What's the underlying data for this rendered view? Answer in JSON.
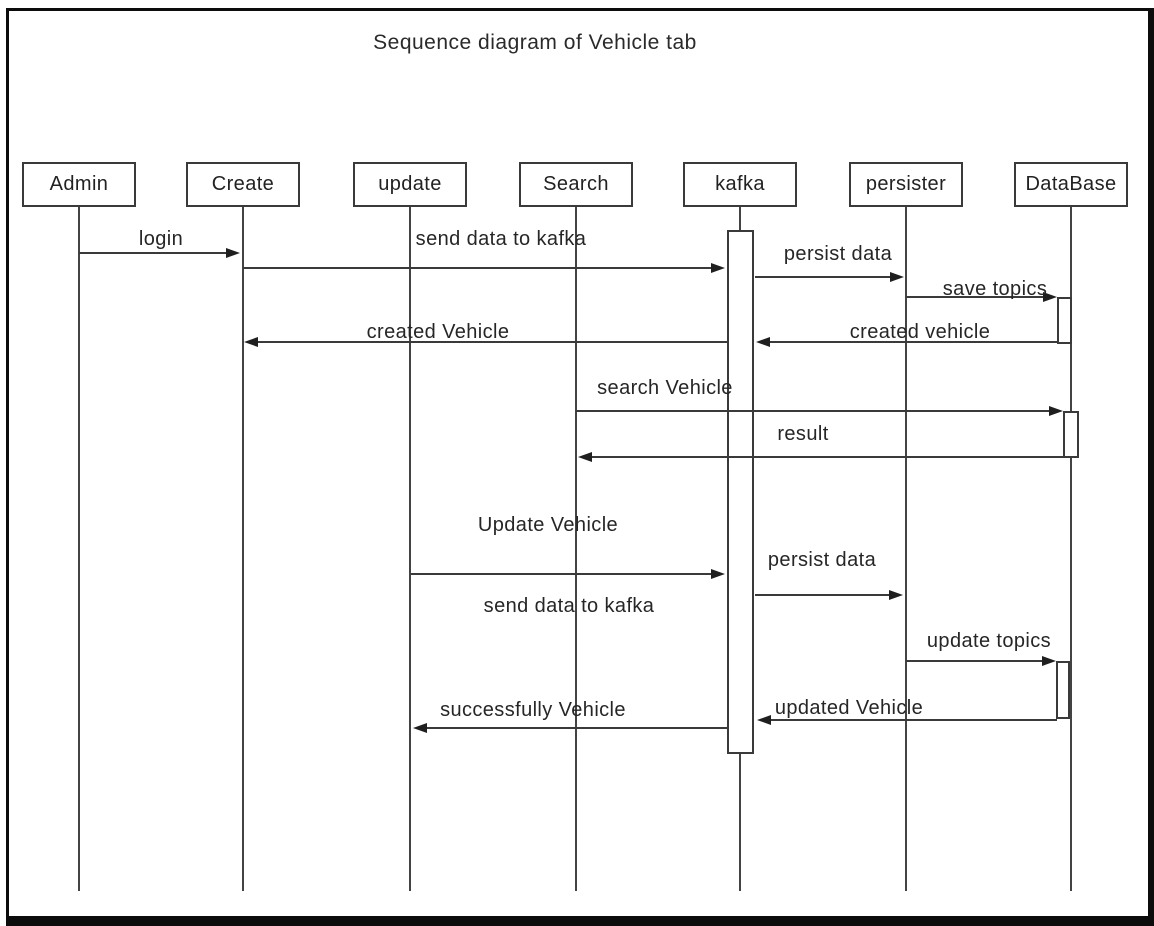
{
  "title": "Sequence diagram of Vehicle tab",
  "actors": [
    {
      "label": "Admin"
    },
    {
      "label": "Create"
    },
    {
      "label": "update"
    },
    {
      "label": "Search"
    },
    {
      "label": "kafka"
    },
    {
      "label": "persister"
    },
    {
      "label": "DataBase"
    }
  ],
  "messages": [
    {
      "label": "login",
      "from": "Admin",
      "to": "Create"
    },
    {
      "label": "send data to kafka",
      "from": "Create",
      "to": "kafka"
    },
    {
      "label": "persist data",
      "from": "kafka",
      "to": "persister"
    },
    {
      "label": "save topics",
      "from": "persister",
      "to": "DataBase"
    },
    {
      "label": "created vehicle",
      "from": "DataBase",
      "to": "kafka"
    },
    {
      "label": "created Vehicle",
      "from": "kafka",
      "to": "Create"
    },
    {
      "label": "search Vehicle",
      "from": "Search",
      "to": "DataBase"
    },
    {
      "label": "result",
      "from": "DataBase",
      "to": "Search"
    },
    {
      "label": "Update Vehicle",
      "from": "update",
      "to": "kafka"
    },
    {
      "label": "send data to kafka",
      "from": "update",
      "to": "kafka"
    },
    {
      "label": "persist data",
      "from": "kafka",
      "to": "persister"
    },
    {
      "label": "update topics",
      "from": "persister",
      "to": "DataBase"
    },
    {
      "label": "updated Vehicle",
      "from": "DataBase",
      "to": "kafka"
    },
    {
      "label": "successfully Vehicle",
      "from": "kafka",
      "to": "update"
    }
  ],
  "colors": {
    "background": "#ffffff",
    "stroke": "#3a3a3a",
    "text": "#262626",
    "frame": "#0c0c0c"
  }
}
